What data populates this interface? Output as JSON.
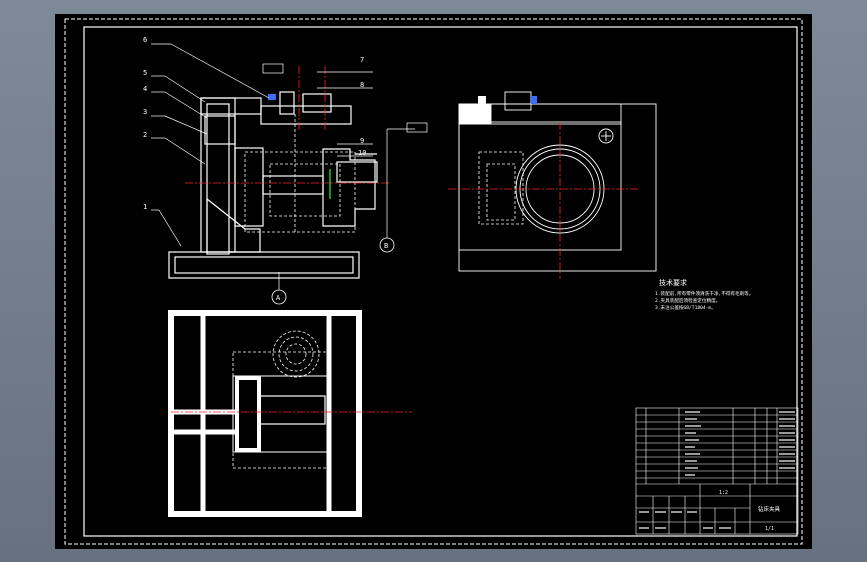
{
  "drawing": {
    "part_numbers": [
      "1",
      "2",
      "3",
      "4",
      "5",
      "6",
      "7",
      "8",
      "9",
      "10"
    ],
    "callouts": {
      "a": "A",
      "b": "B"
    },
    "notes_title": "技术要求",
    "notes": [
      "1.装配前,所有零件须清洗干净,不得有毛刺等。",
      "2.夹具装配后须检查定位精度。",
      "3.未注公差按GB/T1804-m。"
    ],
    "title_block": {
      "scale_label": "1:2",
      "designation": "钻床夹具",
      "sheet": "1/1"
    }
  },
  "colors": {
    "line": "#ffffff",
    "center": "#ff2020",
    "hidden": "#ffffff",
    "green": "#19d13b",
    "blue": "#3a6cff"
  }
}
